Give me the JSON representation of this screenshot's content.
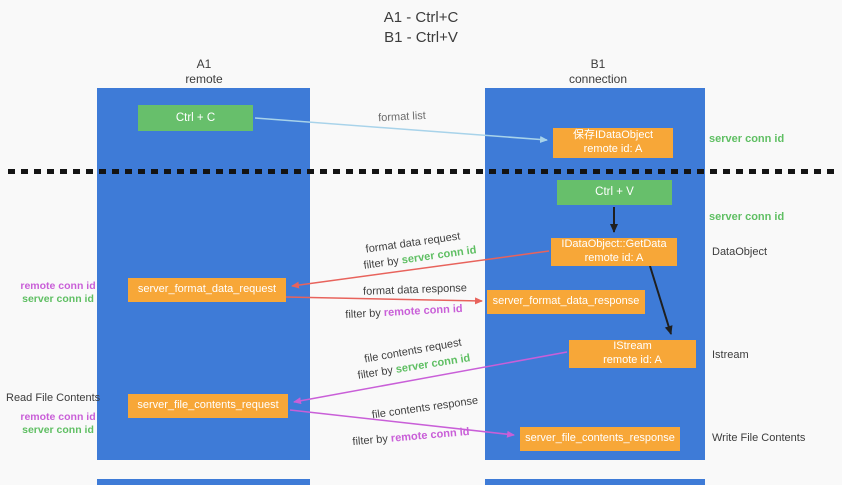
{
  "title": {
    "line1": "A1 - Ctrl+C",
    "line2": "B1 - Ctrl+V"
  },
  "lanes": {
    "left": {
      "name": "A1",
      "subtitle": "remote"
    },
    "right": {
      "name": "B1",
      "subtitle": "connection"
    }
  },
  "nodes": {
    "ctrl_c": {
      "label": "Ctrl + C"
    },
    "ctrl_v": {
      "label": "Ctrl + V"
    },
    "save_dataobject": {
      "line1": "保存IDataObject",
      "line2": "remote id: A"
    },
    "getdata": {
      "line1": "IDataObject::GetData",
      "line2": "remote id: A"
    },
    "istream": {
      "line1": "IStream",
      "line2": "remote id: A"
    },
    "format_request": {
      "label": "server_format_data_request"
    },
    "format_response": {
      "label": "server_format_data_response"
    },
    "file_request": {
      "label": "server_file_contents_request"
    },
    "file_response": {
      "label": "server_file_contents_response"
    }
  },
  "arrow_labels": {
    "format_list": "format list",
    "format_data_request": "format data request",
    "format_data_response": "format data response",
    "file_contents_request": "file contents request",
    "file_contents_response": "file contents response",
    "filter_by": "filter by",
    "server_conn_id": "server conn id",
    "remote_conn_id": "remote conn id"
  },
  "side_labels": {
    "server_conn_id_top": "server conn id",
    "server_conn_id_mid": "server conn id",
    "dataobject": "DataObject",
    "istream": "Istream",
    "write_file_contents": "Write File Contents",
    "read_file_contents": "Read File Contents",
    "remote_conn_id": "remote conn id",
    "server_conn_id": "server conn id"
  },
  "colors": {
    "lane_blue": "#3e7bd7",
    "node_green": "#67bf6b",
    "node_orange": "#f7a738",
    "accent_green": "#5fbf63",
    "accent_magenta": "#c95fd8",
    "arrow_red": "#e8635c",
    "arrow_light_blue": "#a8d3ea",
    "arrow_black": "#1f1f1f"
  }
}
